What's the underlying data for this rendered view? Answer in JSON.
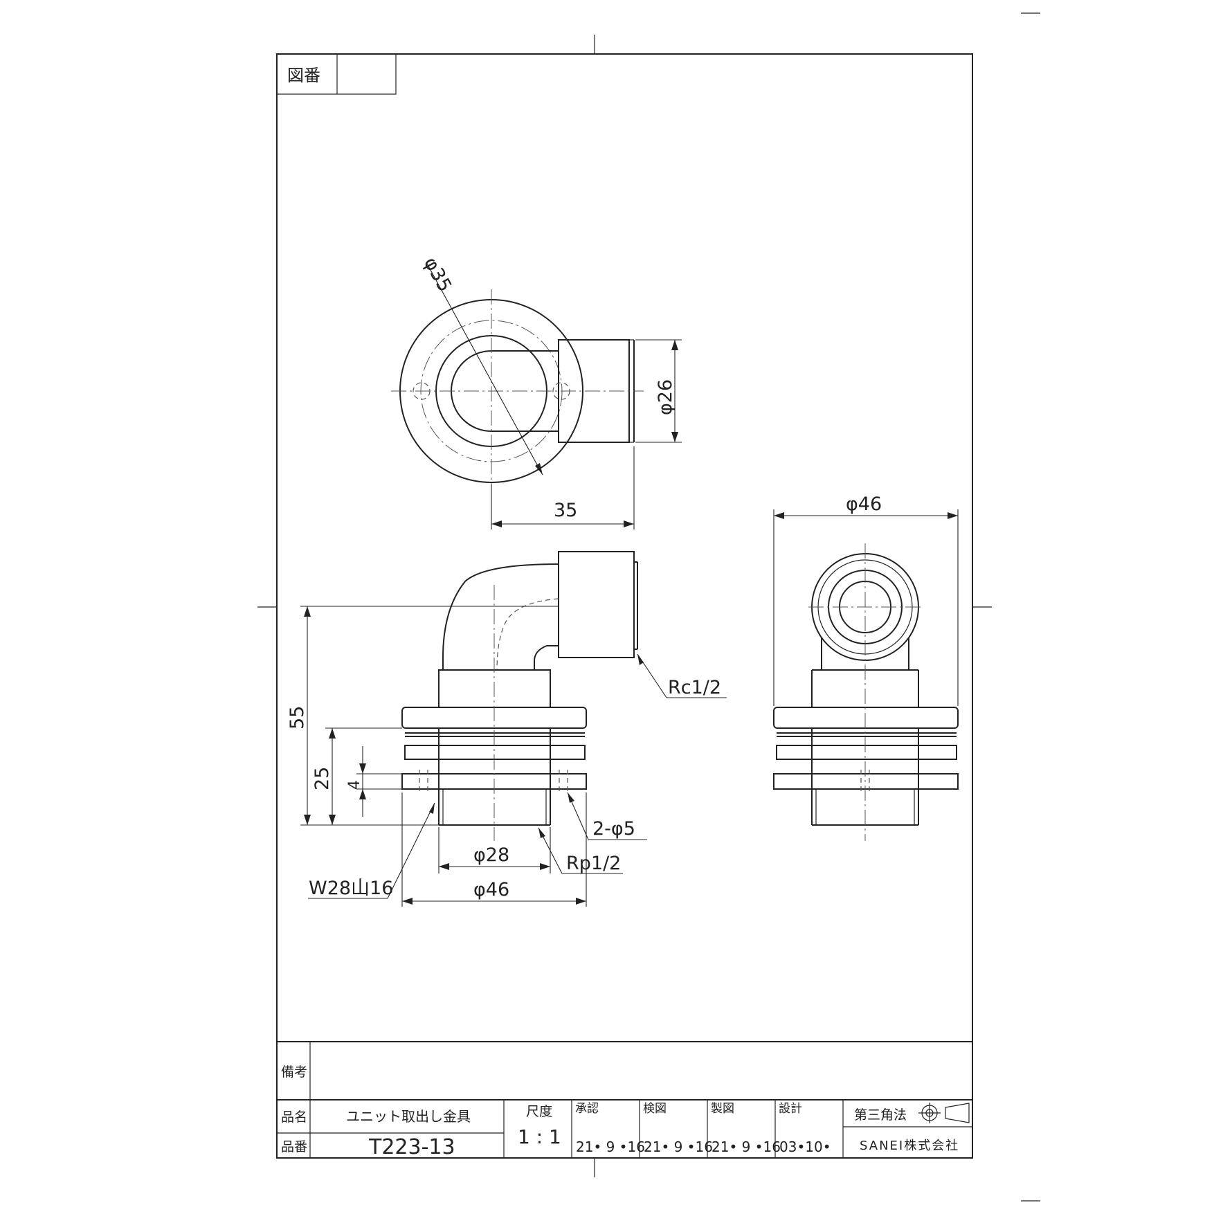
{
  "drawing_number_label": "図番",
  "drawing_number_value": "",
  "dimensions": {
    "top_phi35": "φ35",
    "top_phi26": "φ26",
    "top_35": "35",
    "right_phi46": "φ46",
    "side_55": "55",
    "side_25": "25",
    "side_4": "4",
    "rc": "Rc1/2",
    "holes": "2-φ5",
    "phi28": "φ28",
    "rp": "Rp1/2",
    "w28": "W28山16",
    "phi46": "φ46"
  },
  "title_block": {
    "remarks_label": "備考",
    "part_name_label": "品名",
    "part_name": "ユニット取出し金具",
    "part_number_label": "品番",
    "part_number": "T223-13",
    "scale_label": "尺度",
    "scale": "1 : 1",
    "approved_label": "承認",
    "approved_date": "21• 9 •16",
    "checked_label": "検図",
    "checked_date": "21• 9 •16",
    "drawn_label": "製図",
    "drawn_date": "21• 9 •16",
    "design_label": "設計",
    "design_date": "03•10•",
    "projection_label": "第三角法",
    "company": "SANEI株式会社"
  }
}
